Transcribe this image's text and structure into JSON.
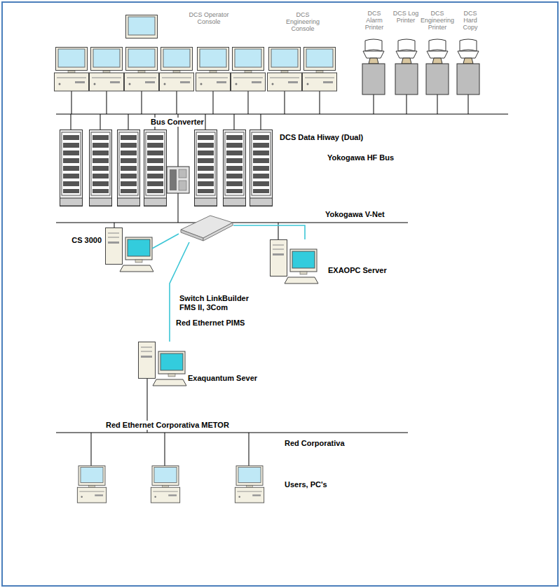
{
  "diagram": {
    "nodes": [
      {
        "text": [
          "CS 3000"
        ]
      },
      {
        "text": [
          "Switch LinkBuilder FMS II, 3Com"
        ]
      },
      {
        "text": [
          "EXAOPC Server"
        ]
      },
      {
        "text": [
          "Exaquantum Sever"
        ]
      }
    ],
    "edges": [
      {
        "from": 0,
        "to": 1,
        "arrow": "none"
      },
      {
        "from": 1,
        "to": 2,
        "arrow": "none"
      },
      {
        "from": 1,
        "to": 3,
        "label": "Red Ethernet PIMS",
        "arrow": "none"
      }
    ],
    "labels": [
      "DCS Operator Console",
      "DCS Engineering Console",
      "DCS Alarm Printer",
      "DCS Log Printer",
      "DCS Engineering Printer",
      "DCS Hard Copy",
      "Bus Converter",
      "DCS Data Hiway (Dual)",
      "Yokogawa HF Bus",
      "Yokogawa V-Net",
      "Red Ethernet Corporativa METOR",
      "Red Corporativa",
      "Users, PC's"
    ]
  }
}
